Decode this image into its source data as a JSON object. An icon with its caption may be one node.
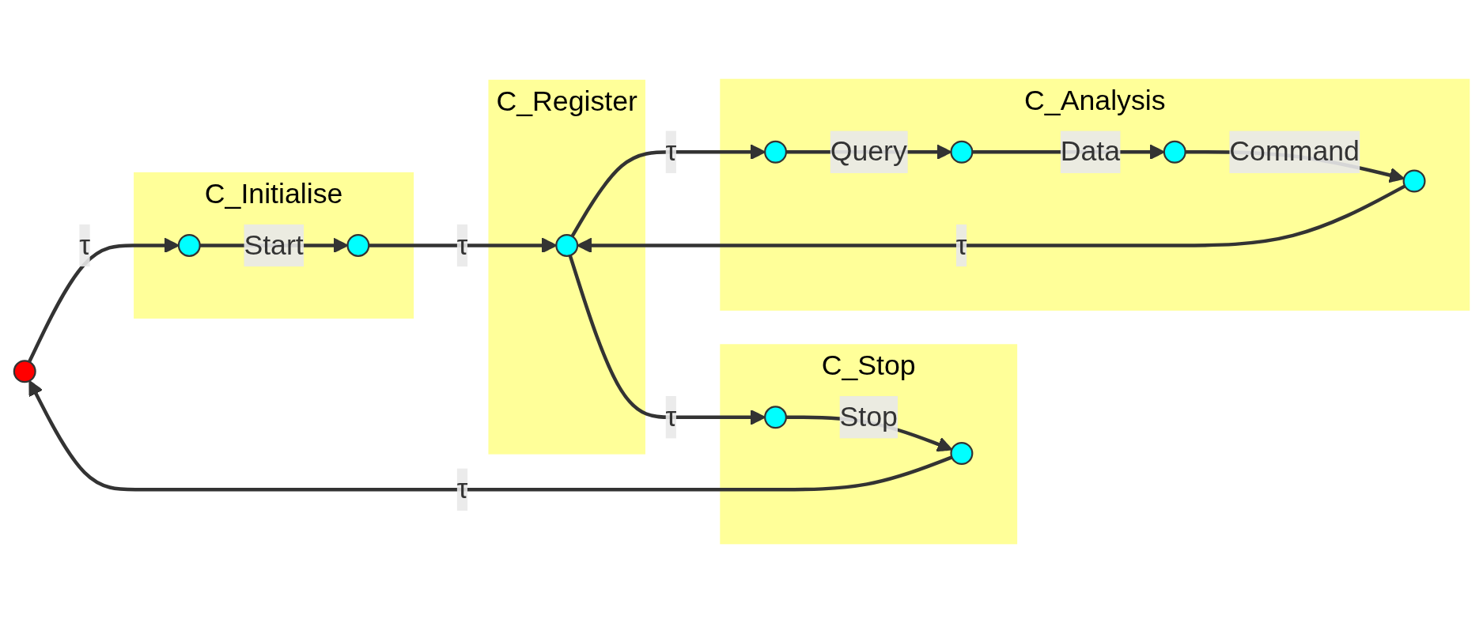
{
  "diagram": {
    "nodes": [
      {
        "text": [],
        "shape": "circle"
      },
      {
        "text": [
          "C_Initialise"
        ]
      },
      {
        "text": [],
        "shape": "circle",
        "in": 1
      },
      {
        "text": [],
        "shape": "circle",
        "in": 1
      },
      {
        "text": [
          "C_Stop"
        ]
      },
      {
        "text": [],
        "shape": "circle",
        "in": 4
      },
      {
        "text": [],
        "shape": "circle",
        "in": 4
      },
      {
        "text": [
          "C_Register"
        ]
      },
      {
        "text": [],
        "shape": "circle",
        "in": 7
      },
      {
        "text": [
          "C_Analysis"
        ]
      },
      {
        "text": [],
        "shape": "circle",
        "in": 9
      },
      {
        "text": [],
        "shape": "circle",
        "in": 9
      },
      {
        "text": [],
        "shape": "circle",
        "in": 9
      },
      {
        "text": [],
        "shape": "circle",
        "in": 9
      }
    ],
    "edges": [
      {
        "from": 0,
        "to": 2,
        "arrow": "to",
        "label": "τ"
      },
      {
        "from": 2,
        "to": 3,
        "arrow": "to",
        "label": "Start"
      },
      {
        "from": 3,
        "to": 8,
        "arrow": "to",
        "label": "τ"
      },
      {
        "from": 8,
        "to": 5,
        "arrow": "to",
        "label": "τ"
      },
      {
        "from": 5,
        "to": 6,
        "arrow": "to",
        "label": "Stop"
      },
      {
        "from": 6,
        "to": 0,
        "arrow": "to",
        "label": "τ"
      },
      {
        "from": 8,
        "to": 10,
        "arrow": "to",
        "label": "τ"
      },
      {
        "from": 10,
        "to": 11,
        "arrow": "to",
        "label": "Query"
      },
      {
        "from": 11,
        "to": 12,
        "arrow": "to",
        "label": "Data"
      },
      {
        "from": 12,
        "to": 13,
        "arrow": "to",
        "label": "Command"
      },
      {
        "from": 13,
        "to": 8,
        "arrow": "to",
        "label": "τ"
      }
    ]
  }
}
